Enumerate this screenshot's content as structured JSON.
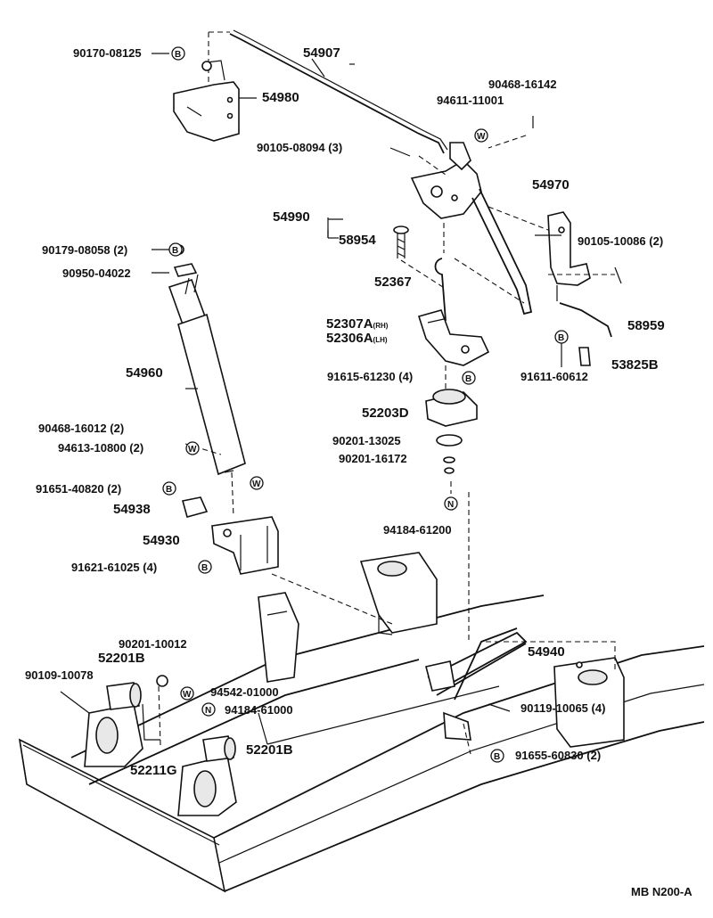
{
  "diagram_code": "MB N200-A",
  "parts": [
    {
      "id": "p54907",
      "number": "54907"
    },
    {
      "id": "p90170",
      "number": "90170-08125"
    },
    {
      "id": "p54980",
      "number": "54980"
    },
    {
      "id": "p90468a",
      "number": "90468-16142"
    },
    {
      "id": "p94611",
      "number": "94611-11001"
    },
    {
      "id": "p90105a",
      "number": "90105-08094",
      "qty": "(3)"
    },
    {
      "id": "p54970",
      "number": "54970"
    },
    {
      "id": "p54990",
      "number": "54990"
    },
    {
      "id": "p58954",
      "number": "58954"
    },
    {
      "id": "p90105b",
      "number": "90105-10086",
      "qty": "(2)"
    },
    {
      "id": "p90179",
      "number": "90179-08058",
      "qty": "(2)"
    },
    {
      "id": "p90950",
      "number": "90950-04022"
    },
    {
      "id": "p52367",
      "number": "52367"
    },
    {
      "id": "p58959",
      "number": "58959"
    },
    {
      "id": "p52307a",
      "number": "52307A",
      "suffix": "(RH)"
    },
    {
      "id": "p52306a",
      "number": "52306A",
      "suffix": "(LH)"
    },
    {
      "id": "p53825b",
      "number": "53825B"
    },
    {
      "id": "p91611",
      "number": "91611-60612"
    },
    {
      "id": "p54960",
      "number": "54960"
    },
    {
      "id": "p91615",
      "number": "91615-61230",
      "qty": "(4)"
    },
    {
      "id": "p52203d",
      "number": "52203D"
    },
    {
      "id": "p90468b",
      "number": "90468-16012",
      "qty": "(2)"
    },
    {
      "id": "p94613",
      "number": "94613-10800",
      "qty": "(2)"
    },
    {
      "id": "p90201a",
      "number": "90201-13025"
    },
    {
      "id": "p90201b",
      "number": "90201-16172"
    },
    {
      "id": "p91651",
      "number": "91651-40820",
      "qty": "(2)"
    },
    {
      "id": "p54938",
      "number": "54938"
    },
    {
      "id": "p94184a",
      "number": "94184-61200"
    },
    {
      "id": "p54930",
      "number": "54930"
    },
    {
      "id": "p91621",
      "number": "91621-61025",
      "qty": "(4)"
    },
    {
      "id": "p90201c",
      "number": "90201-10012"
    },
    {
      "id": "p54940",
      "number": "54940"
    },
    {
      "id": "p52201ba",
      "number": "52201B"
    },
    {
      "id": "p90109",
      "number": "90109-10078"
    },
    {
      "id": "p94542",
      "number": "94542-01000"
    },
    {
      "id": "p94184b",
      "number": "94184-61000"
    },
    {
      "id": "p90119",
      "number": "90119-10065",
      "qty": "(4)"
    },
    {
      "id": "p52201bb",
      "number": "52201B"
    },
    {
      "id": "p52211g",
      "number": "52211G"
    },
    {
      "id": "p91655",
      "number": "91655-60830",
      "qty": "(2)"
    }
  ],
  "symbols": {
    "bolt": "B",
    "washer": "W",
    "nut": "N"
  }
}
